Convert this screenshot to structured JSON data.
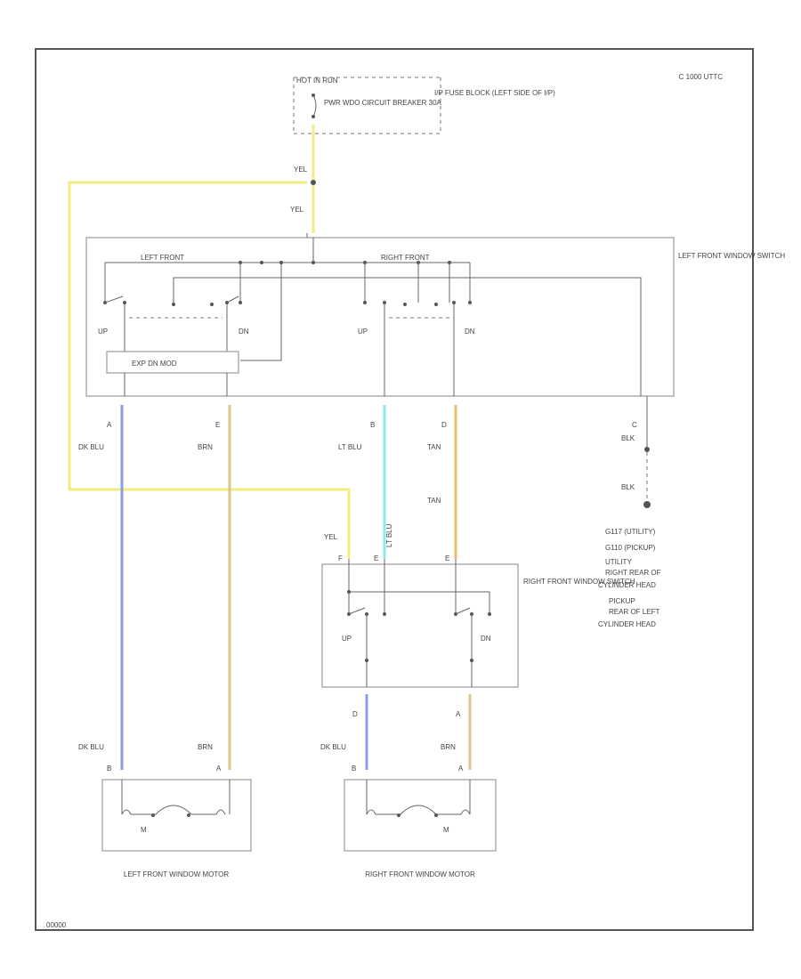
{
  "code": "C 1000 UTTC",
  "footer_code": "00000",
  "fuse": {
    "hot_label": "HOT IN RUN",
    "breaker": "PWR WDO CIRCUIT BREAKER 30A",
    "fuse_block": "I/P FUSE BLOCK (LEFT SIDE OF I/P)"
  },
  "master_switch": {
    "name": "LEFT FRONT WINDOW SWITCH",
    "left_group": "LEFT FRONT",
    "right_group": "RIGHT FRONT",
    "up": "UP",
    "dn": "DN",
    "express_module": "EXP DN MOD"
  },
  "right_switch": {
    "name": "RIGHT FRONT WINDOW SWITCH",
    "up": "UP",
    "dn": "DN"
  },
  "wires": {
    "yel": "YEL",
    "dk_blu": "DK BLU",
    "brn": "BRN",
    "lt_blu": "LT BLU",
    "tan": "TAN",
    "blk": "BLK"
  },
  "pins": {
    "A": "A",
    "B": "B",
    "C": "C",
    "D": "D",
    "E": "E",
    "F": "F"
  },
  "ground": {
    "lines": [
      "G117 (UTILITY)",
      "G110 (PICKUP)",
      "UTILITY",
      "RIGHT REAR OF",
      "CYLINDER HEAD",
      "PICKUP",
      "REAR OF LEFT",
      "CYLINDER HEAD"
    ]
  },
  "motors": {
    "left": "LEFT FRONT WINDOW MOTOR",
    "right": "RIGHT FRONT WINDOW MOTOR",
    "m": "M"
  },
  "colors": {
    "yellow": "#f4ec80",
    "dark_blue": "#8a9ee6",
    "brown": "#dcc48a",
    "light_blue": "#8ceaf0",
    "tan": "#e8c068",
    "frame": "#555555"
  }
}
